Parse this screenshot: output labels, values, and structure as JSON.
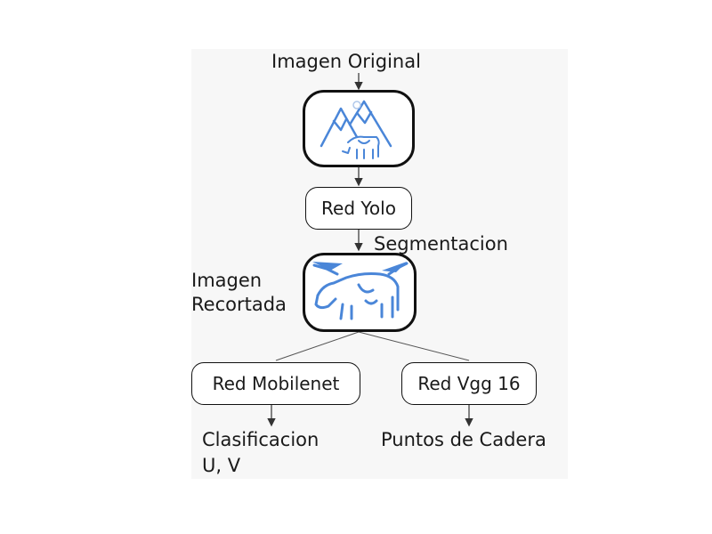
{
  "labels": {
    "original_image": "Imagen Original",
    "segmentation": "Segmentacion",
    "cropped_image_line1": "Imagen",
    "cropped_image_line2": "Recortada",
    "classification_line1": "Clasificacion",
    "classification_line2": "U, V",
    "hip_points": "Puntos de Cadera"
  },
  "nodes": {
    "yolo": "Red Yolo",
    "mobilenet": "Red Mobilenet",
    "vgg16": "Red Vgg 16"
  },
  "icons": {
    "original": "mountains-cow-icon",
    "cropped": "cropped-cow-icon"
  },
  "colors": {
    "icon_blue": "#4a86d8",
    "border": "#111111",
    "panel_bg": "#f7f7f7"
  }
}
